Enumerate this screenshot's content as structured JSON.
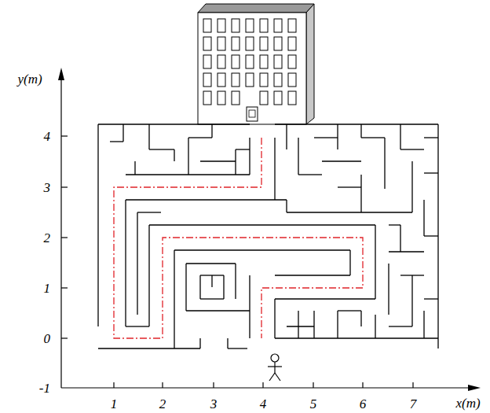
{
  "diagram": {
    "labels": [
      "y(m)",
      "4",
      "3",
      "2",
      "1",
      "0",
      "-1",
      "1",
      "2",
      "3",
      "4",
      "5",
      "6",
      "7",
      "x(m)"
    ]
  }
}
